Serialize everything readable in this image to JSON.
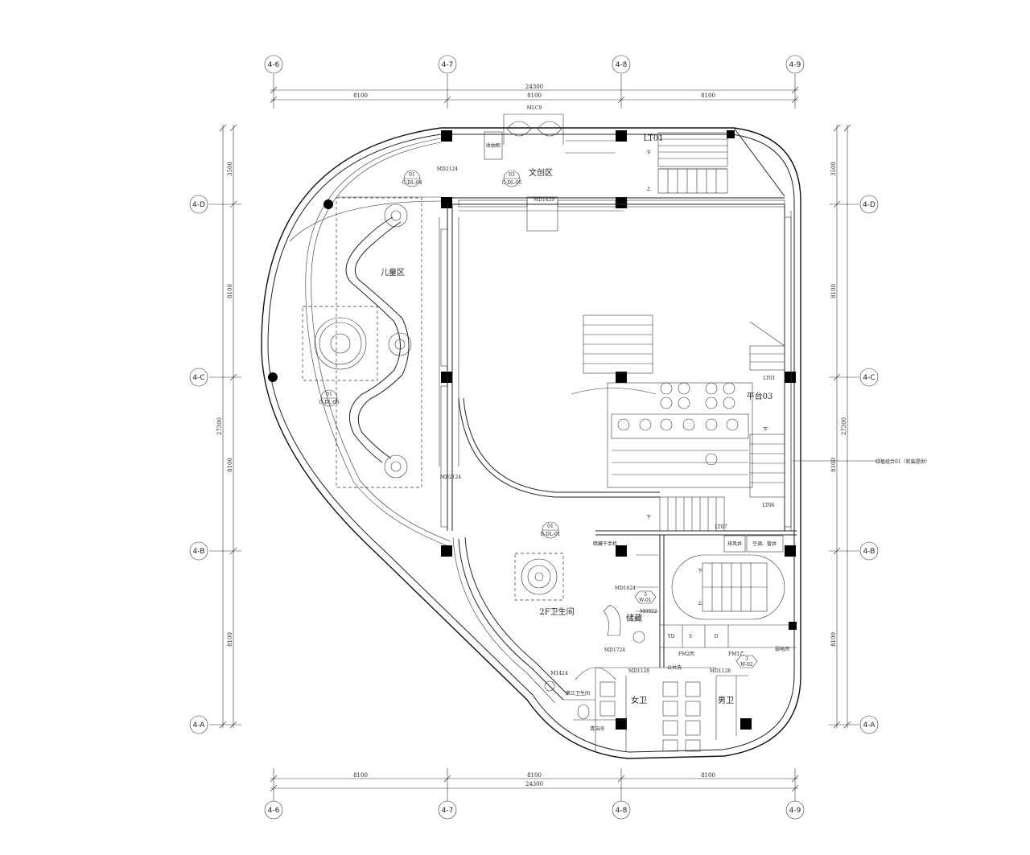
{
  "axes": {
    "top": [
      "4-6",
      "4-7",
      "4-8",
      "4-9"
    ],
    "bottom": [
      "4-6",
      "4-7",
      "4-8",
      "4-9"
    ],
    "left": [
      "4-D",
      "4-C",
      "4-B",
      "4-A"
    ],
    "right": [
      "4-D",
      "4-C",
      "4-B",
      "4-A"
    ]
  },
  "dimensions": {
    "top_total": "24300",
    "top_segments": [
      "8100",
      "8100",
      "8100"
    ],
    "bottom_total": "24300",
    "bottom_segments": [
      "8100",
      "8100",
      "8100"
    ],
    "left_total": "27300",
    "left_segments": [
      "3500",
      "8100",
      "8100",
      "8100"
    ],
    "right_total": "27300",
    "right_segments": [
      "3500",
      "8100",
      "8100",
      "8100"
    ]
  },
  "rooms": {
    "children_area": "儿童区",
    "creative_area": "文创区",
    "toilet_2f": "2F卫生间",
    "platform": "平台03",
    "storage": "储藏",
    "female_toilet": "女卫",
    "male_toilet": "男卫",
    "third_toilet": "第三卫生间",
    "cleaning_room": "清洁间",
    "exhaust_shaft": "排风井",
    "ac_shaft": "空调、管井",
    "electric_room": "弱电间"
  },
  "door_tags": {
    "md2124_top": "MD2124",
    "md1429": "MD1429",
    "mlc9": "MLC9",
    "md2124_mid": "MD2124",
    "md1624": "MD1624",
    "m0922": "M0922",
    "md1724": "MD1724",
    "m1424": "M1424",
    "md1128_a": "MD1128",
    "md1128_b": "MD1128",
    "fm2": "FM2丙",
    "fm1": "FM1乙"
  },
  "stair_tags": {
    "lt01_top": "LT01",
    "lt01_mid": "LT01",
    "lt06": "LT06",
    "lt07": "LT07",
    "down_1": "下",
    "up_1": "上",
    "up_2": "上",
    "down_2": "下",
    "down_3": "下",
    "down_4": "下"
  },
  "callouts": {
    "c1_num": "01",
    "c1_ref": "C-DL-04",
    "c2_num": "03",
    "c2_ref": "C-DL-05",
    "c3_num": "01",
    "c3_ref": "C-DL-06",
    "c4_num": "01",
    "c4_ref": "B-DL-01",
    "m1_num": "3",
    "m1_ref": "W-01",
    "m2_num": "3",
    "m2_ref": "W-02"
  },
  "annotations": {
    "green_planter": "绿植组合01（软装提供）",
    "dryer": "暗藏干手机",
    "shared_wash": "公共洗",
    "cabinet": "收纳柜",
    "yd": "YD",
    "s": "S",
    "d": "D"
  }
}
